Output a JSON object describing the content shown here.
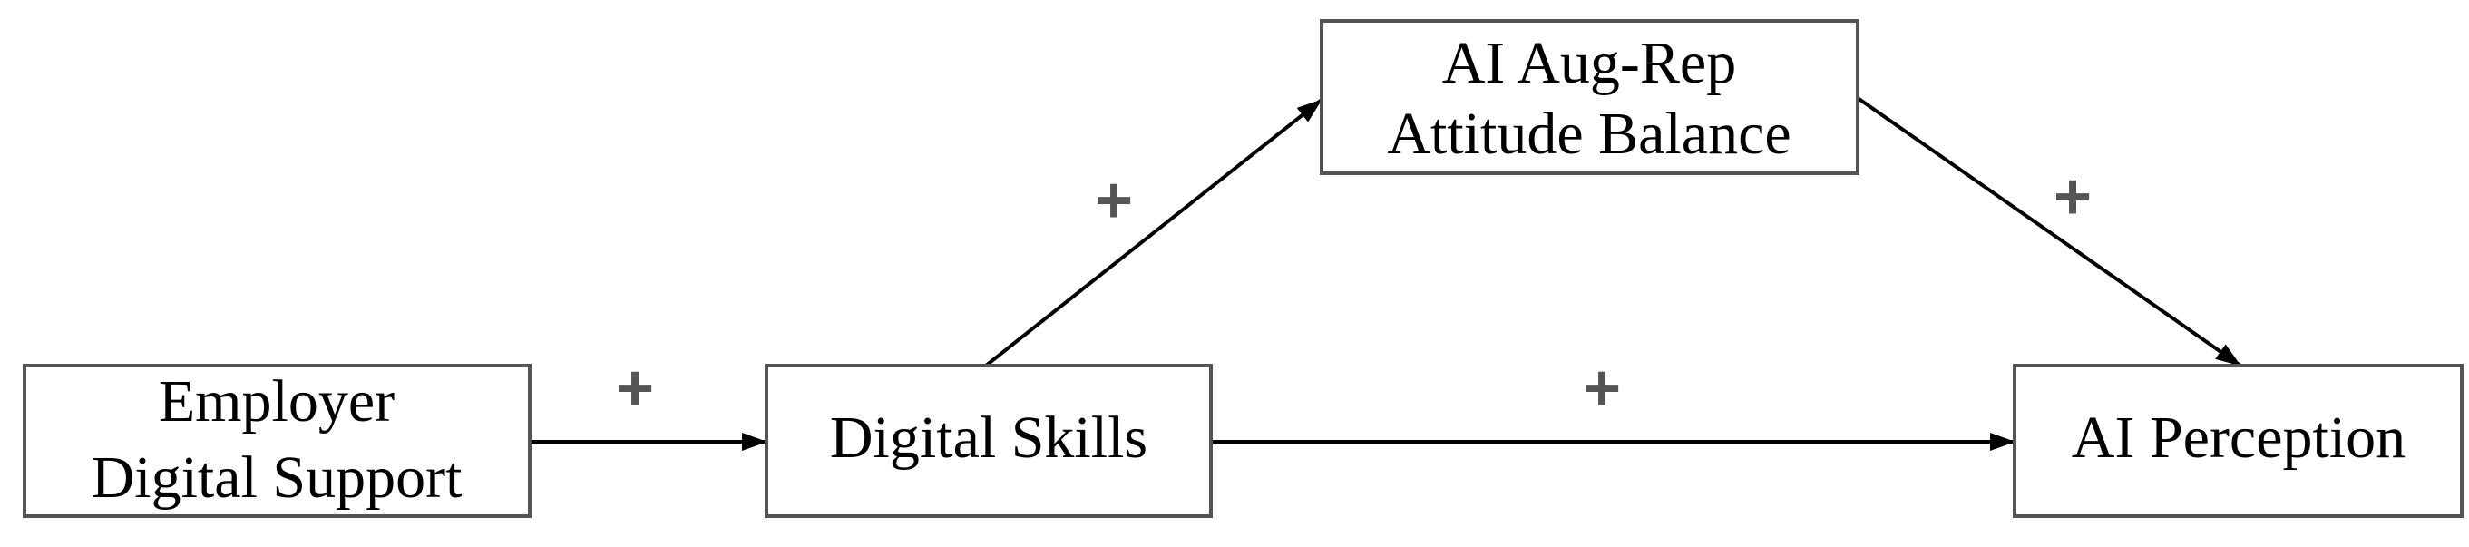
{
  "diagram": {
    "nodes": {
      "employer_digital_support": {
        "lines": [
          "Employer",
          "Digital Support"
        ]
      },
      "digital_skills": {
        "lines": [
          "Digital Skills"
        ]
      },
      "ai_attitude_balance": {
        "lines": [
          "AI Aug-Rep",
          "Attitude Balance"
        ]
      },
      "ai_perception": {
        "lines": [
          "AI Perception"
        ]
      }
    },
    "edges": [
      {
        "from": "employer_digital_support",
        "to": "digital_skills",
        "sign": "+"
      },
      {
        "from": "digital_skills",
        "to": "ai_attitude_balance",
        "sign": "+"
      },
      {
        "from": "ai_attitude_balance",
        "to": "ai_perception",
        "sign": "+"
      },
      {
        "from": "digital_skills",
        "to": "ai_perception",
        "sign": "+"
      }
    ],
    "colors": {
      "box_border": "#555555",
      "arrow": "#000000",
      "sign": "#555555",
      "text": "#000000"
    }
  }
}
